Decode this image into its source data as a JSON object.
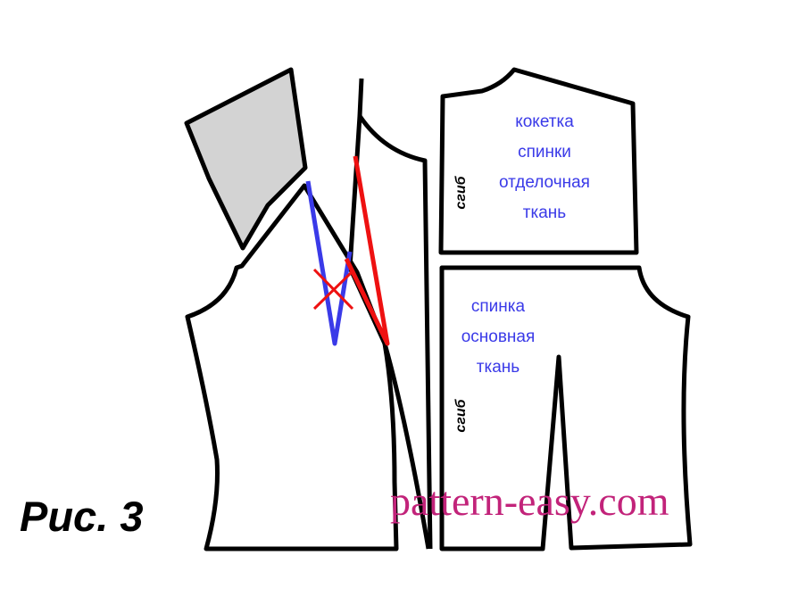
{
  "figure_label": "Рис. 3",
  "watermark": "pattern-easy.com",
  "yoke_piece": {
    "label_lines": [
      "кокетка",
      "спинки",
      "отделочная",
      "ткань"
    ],
    "fold_label": "сгиб"
  },
  "back_piece": {
    "label_lines": [
      "спинка",
      "основная",
      "ткань"
    ],
    "fold_label": "сгиб"
  },
  "colors": {
    "outline": "#000000",
    "shaded_piece": "#d3d3d3",
    "blue_line": "#3a3ae8",
    "red_line": "#ee1111",
    "label_text": "#3a3ae8",
    "watermark": "#c2237a"
  }
}
